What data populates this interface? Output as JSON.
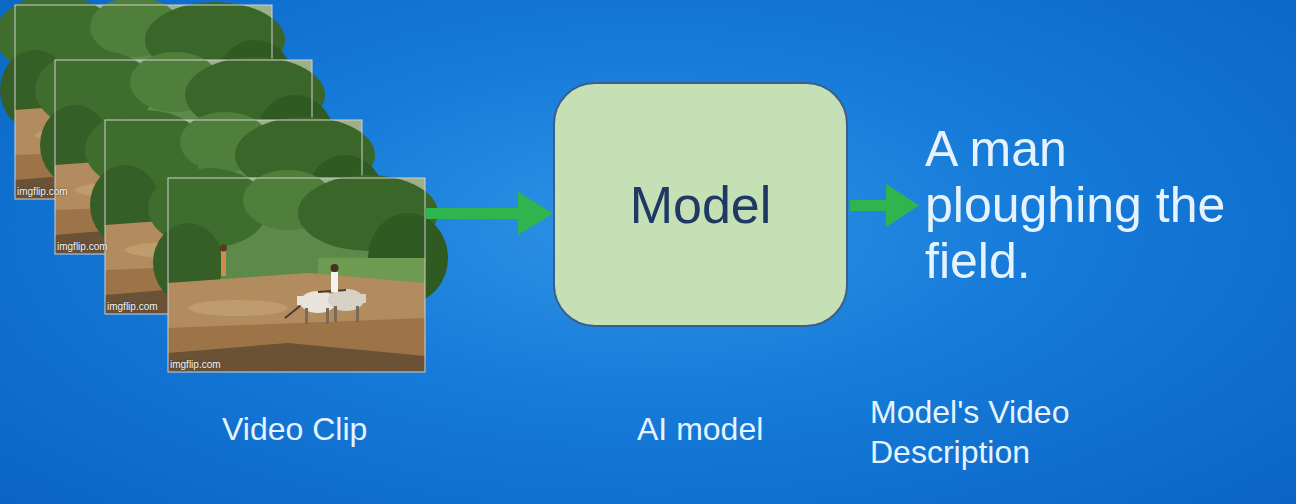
{
  "diagram": {
    "nodes": [
      {
        "text": [
          "Model"
        ]
      }
    ],
    "labels": [
      "A man ploughing the field.",
      "Video Clip",
      "AI model",
      "Model's Video Description",
      "imgflip.com",
      "imgflip.com",
      "imgflip.com",
      "imgflip.com"
    ]
  }
}
